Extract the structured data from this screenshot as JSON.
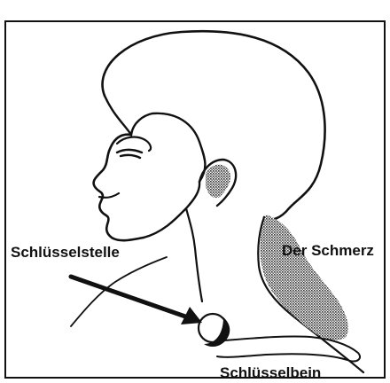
{
  "labels": {
    "key_point": "Schlüsselstelle",
    "pain": "Der Schmerz",
    "collarbone": "Schlüsselbein"
  },
  "colors": {
    "ink": "#111111",
    "background": "#ffffff",
    "shading": "#555555"
  }
}
